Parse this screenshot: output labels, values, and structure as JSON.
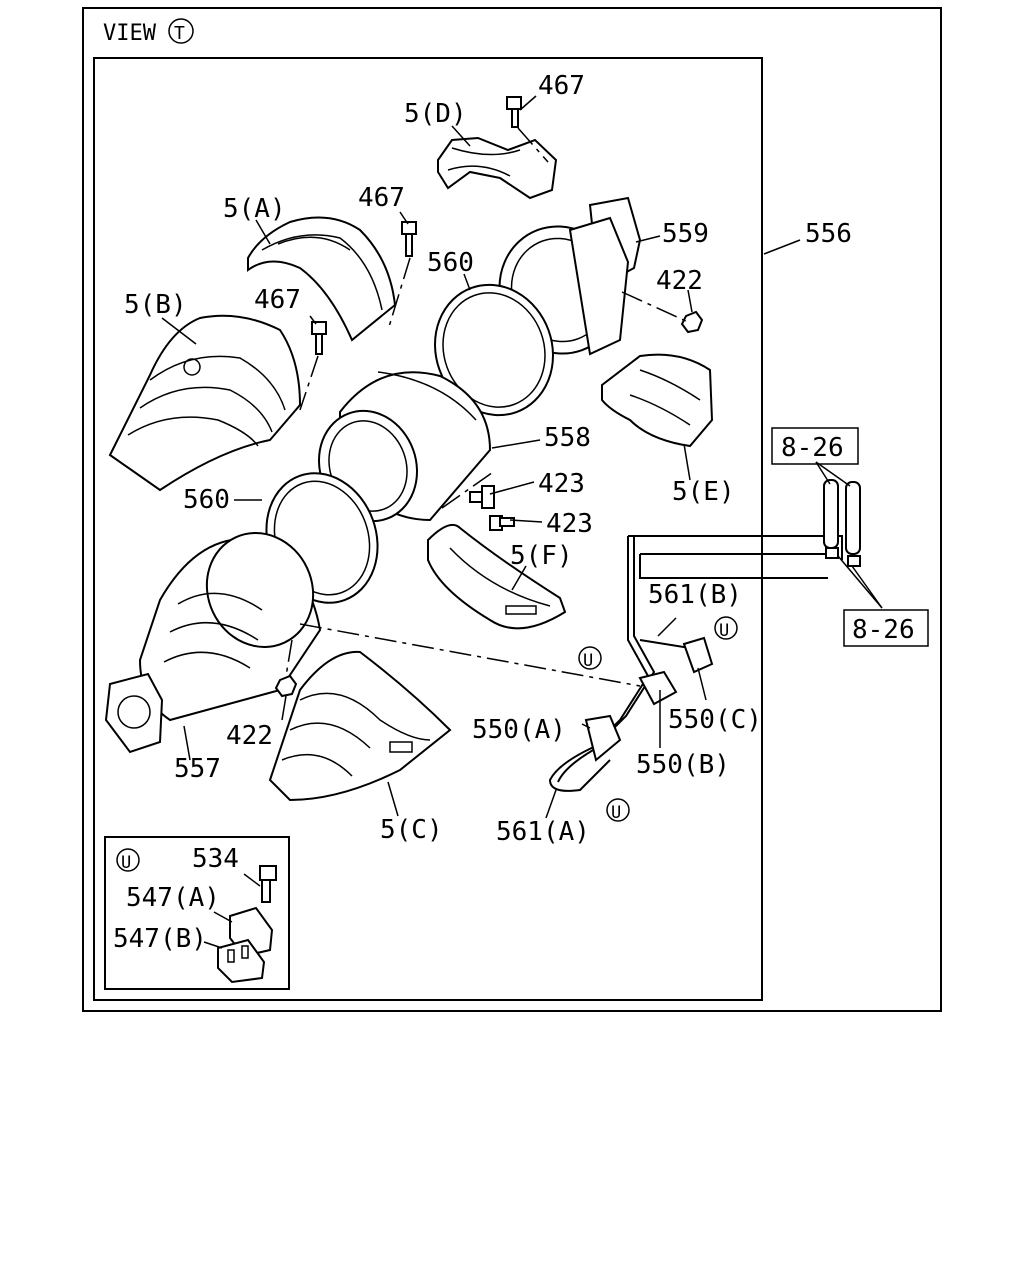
{
  "view_label": "VIEW",
  "view_letter": "T",
  "detail_letter": "U",
  "labels": {
    "p467_top": "467",
    "p5D": "5(D)",
    "p5A": "5(A)",
    "p467_mid": "467",
    "p559": "559",
    "p556": "556",
    "p560_top": "560",
    "p422_right": "422",
    "p5B": "5(B)",
    "p467_left": "467",
    "p558": "558",
    "p423_a": "423",
    "p423_b": "423",
    "p5E": "5(E)",
    "p560_left": "560",
    "p5F": "5(F)",
    "p826_top": "8-26",
    "p826_bottom": "8-26",
    "p561B": "561(B)",
    "p550C": "550(C)",
    "p550A": "550(A)",
    "p550B": "550(B)",
    "p422_left": "422",
    "p557": "557",
    "p5C": "5(C)",
    "p561A": "561(A)",
    "p534": "534",
    "p547A": "547(A)",
    "p547B": "547(B)"
  }
}
